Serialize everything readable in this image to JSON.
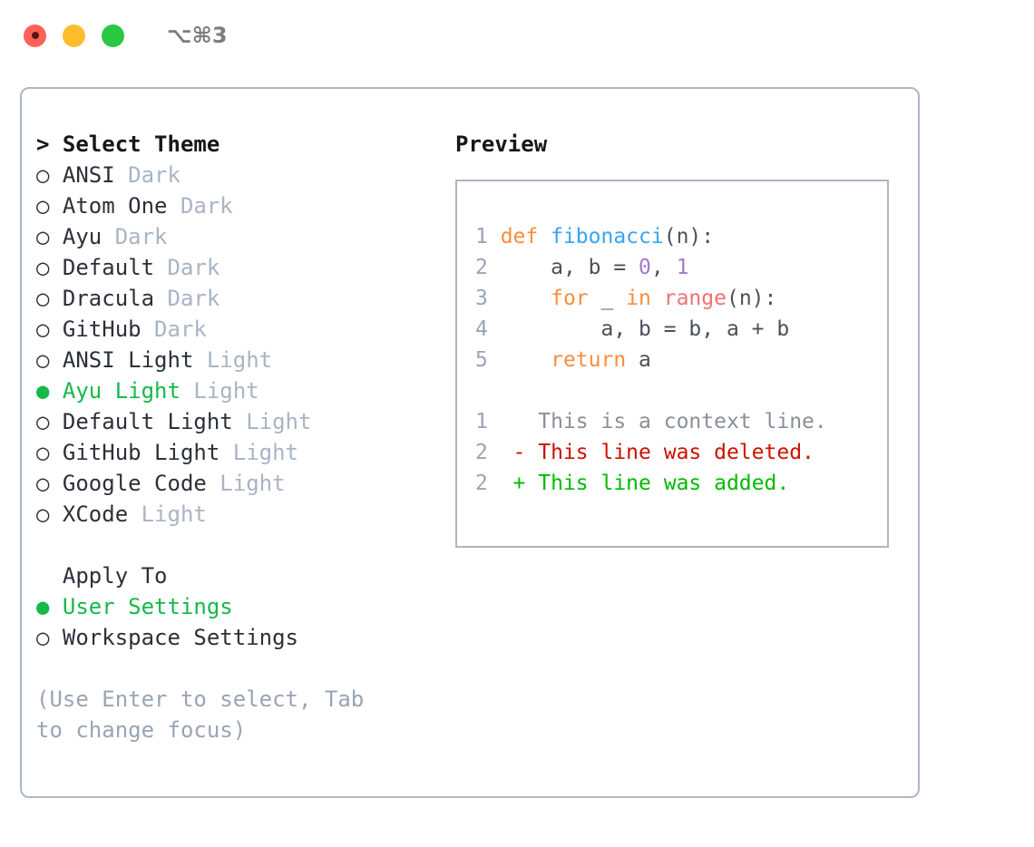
{
  "titlebar": {
    "lights": [
      "close",
      "minimize",
      "maximize"
    ],
    "shortcut": "⌥⌘3"
  },
  "theme_picker": {
    "header": "> Select Theme",
    "items": [
      {
        "marker": "○",
        "label": "ANSI",
        "tag": "Dark",
        "selected": false
      },
      {
        "marker": "○",
        "label": "Atom One",
        "tag": "Dark",
        "selected": false
      },
      {
        "marker": "○",
        "label": "Ayu",
        "tag": "Dark",
        "selected": false
      },
      {
        "marker": "○",
        "label": "Default",
        "tag": "Dark",
        "selected": false
      },
      {
        "marker": "○",
        "label": "Dracula",
        "tag": "Dark",
        "selected": false
      },
      {
        "marker": "○",
        "label": "GitHub",
        "tag": "Dark",
        "selected": false
      },
      {
        "marker": "○",
        "label": "ANSI Light",
        "tag": "Light",
        "selected": false
      },
      {
        "marker": "●",
        "label": "Ayu Light",
        "tag": "Light",
        "selected": true
      },
      {
        "marker": "○",
        "label": "Default Light",
        "tag": "Light",
        "selected": false
      },
      {
        "marker": "○",
        "label": "GitHub Light",
        "tag": "Light",
        "selected": false
      },
      {
        "marker": "○",
        "label": "Google Code",
        "tag": "Light",
        "selected": false
      },
      {
        "marker": "○",
        "label": "XCode",
        "tag": "Light",
        "selected": false
      }
    ]
  },
  "apply_to": {
    "header": "  Apply To",
    "items": [
      {
        "marker": "●",
        "label": "User Settings",
        "selected": true
      },
      {
        "marker": "○",
        "label": "Workspace Settings",
        "selected": false
      }
    ]
  },
  "hint": "(Use Enter to select, Tab to change focus)",
  "preview": {
    "title": "Preview",
    "code_lines": [
      {
        "n": "1",
        "segments": [
          {
            "t": "def ",
            "c": "kw"
          },
          {
            "t": "fibonacci",
            "c": "fn"
          },
          {
            "t": "(n):",
            "c": "punc"
          }
        ]
      },
      {
        "n": "2",
        "segments": [
          {
            "t": "    a, b = ",
            "c": "punc"
          },
          {
            "t": "0",
            "c": "num"
          },
          {
            "t": ", ",
            "c": "punc"
          },
          {
            "t": "1",
            "c": "num"
          }
        ]
      },
      {
        "n": "3",
        "segments": [
          {
            "t": "    for ",
            "c": "kw"
          },
          {
            "t": "_ ",
            "c": "punc"
          },
          {
            "t": "in ",
            "c": "kw"
          },
          {
            "t": "range",
            "c": "call"
          },
          {
            "t": "(n):",
            "c": "punc"
          }
        ]
      },
      {
        "n": "4",
        "segments": [
          {
            "t": "        a, b = b, a + b",
            "c": "punc"
          }
        ]
      },
      {
        "n": "5",
        "segments": [
          {
            "t": "    return ",
            "c": "kw"
          },
          {
            "t": "a",
            "c": "punc"
          }
        ]
      }
    ],
    "diff_lines": [
      {
        "n": "1",
        "sign": "  ",
        "text": "This is a context line.",
        "kind": "ctx"
      },
      {
        "n": "2",
        "sign": "- ",
        "text": "This line was deleted.",
        "kind": "del"
      },
      {
        "n": "2",
        "sign": "+ ",
        "text": "This line was added.",
        "kind": "add"
      }
    ]
  },
  "colors": {
    "selected_green": "#16b84a",
    "tag_gray": "#a9b4c4",
    "hint_gray": "#9aa4b4",
    "border": "#aeb6c4",
    "keyword_orange": "#fa8d3e",
    "function_blue": "#36a6f0",
    "number_purple": "#a37acc",
    "call_red": "#f07171",
    "diff_deleted": "#cc1100",
    "diff_added": "#00bb00"
  }
}
